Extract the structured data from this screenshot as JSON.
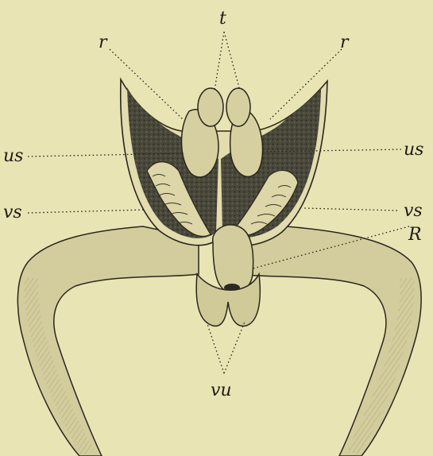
{
  "figure": {
    "labels": {
      "t": "t",
      "r_left": "r",
      "r_right": "r",
      "us_left": "us",
      "us_right": "us",
      "vs_left": "vs",
      "vs_right": "vs",
      "R": "R",
      "vu": "vu"
    },
    "colors": {
      "paper": "#e9e4b4",
      "tissue": "#d3cd9d",
      "shadow": "#9f9a73",
      "cavity": "#3b3a30",
      "ink": "#1e1c16"
    }
  }
}
